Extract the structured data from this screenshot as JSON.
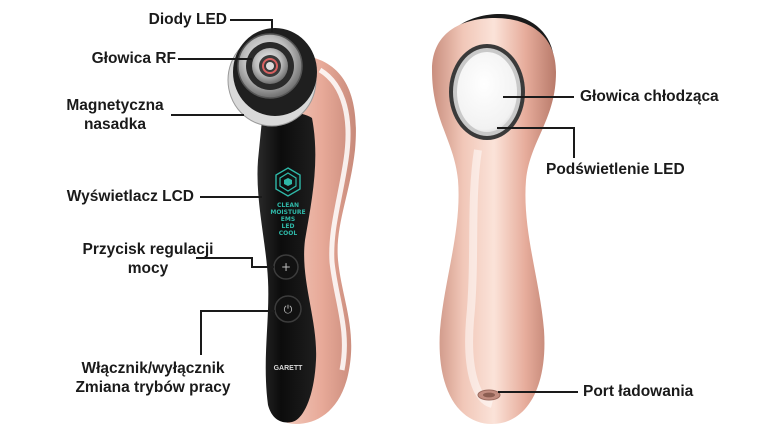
{
  "labels": {
    "led_diodes": "Diody LED",
    "rf_head": "Głowica RF",
    "magnetic_tip_line1": "Magnetyczna",
    "magnetic_tip_line2": "nasadka",
    "lcd_display": "Wyświetlacz LCD",
    "power_button_line1": "Przycisk regulacji",
    "power_button_line2": "mocy",
    "onoff_line1": "Włącznik/wyłącznik",
    "onoff_line2": "Zmiana trybów pracy",
    "cooling_head": "Głowica chłodząca",
    "led_backlight": "Podświetlenie LED",
    "charging_port": "Port ładowania"
  },
  "device": {
    "brand": "GARETT",
    "lcd_modes": [
      "CLEAN",
      "MOISTURE",
      "EMS",
      "LED",
      "COOL"
    ],
    "button_plus": "+",
    "button_power": "⏻"
  },
  "colors": {
    "rose_gold": "#e8b4a4",
    "black_panel": "#141414",
    "lcd_teal": "#2fb8a8",
    "leader_line": "#1a1a1a"
  }
}
